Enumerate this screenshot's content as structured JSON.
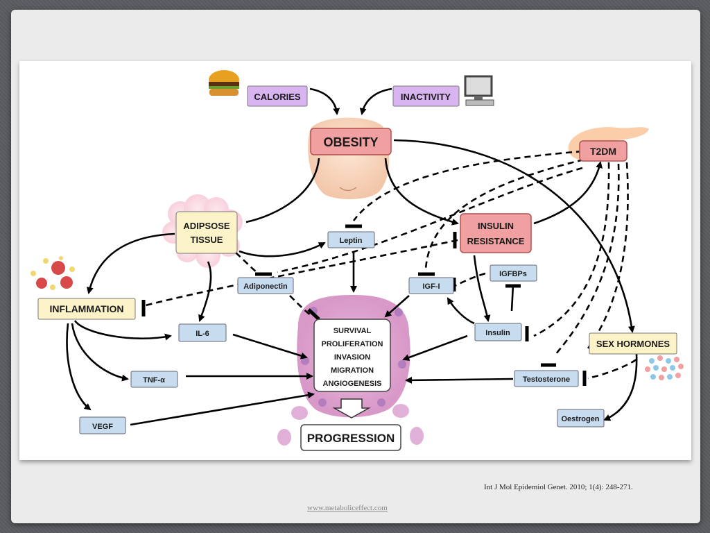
{
  "nodes": {
    "calories": "CALORIES",
    "inactivity": "INACTIVITY",
    "obesity": "OBESITY",
    "t2dm": "T2DM",
    "adipose_line1": "ADIPSOSE",
    "adipose_line2": "TISSUE",
    "insulin_res_line1": "INSULIN",
    "insulin_res_line2": "RESISTANCE",
    "leptin": "Leptin",
    "adiponectin": "Adiponectin",
    "igf1": "IGF-I",
    "igfbps": "IGFBPs",
    "inflammation": "INFLAMMATION",
    "il6": "IL-6",
    "insulin": "Insulin",
    "sex_hormones": "SEX HORMONES",
    "tnf": "TNF-α",
    "testosterone": "Testosterone",
    "vegf": "VEGF",
    "oestrogen": "Oestrogen",
    "progression": "PROGRESSION"
  },
  "outcomes": [
    "SURVIVAL",
    "PROLIFERATION",
    "INVASION",
    "MIGRATION",
    "ANGIOGENESIS"
  ],
  "citation": "Int J Mol Epidemiol Genet. 2010; 1(4): 248-271.",
  "website": "www.metaboliceffect.com",
  "colors": {
    "purple": "#d8b4f0",
    "red_box": "#f0a0a0",
    "yellow_box": "#fdf3c8",
    "blue_box": "#c8dcef"
  }
}
